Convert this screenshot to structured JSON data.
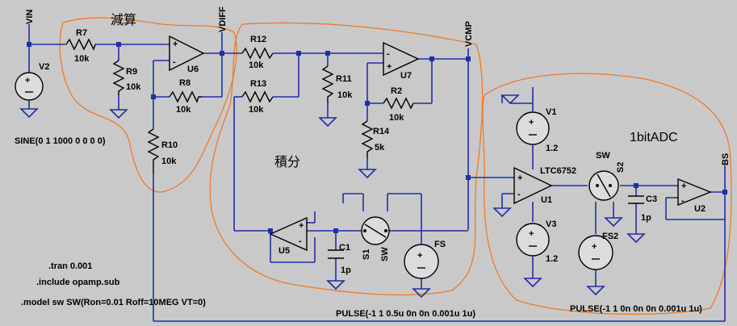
{
  "nets": {
    "vin": "VIN",
    "vdiff": "VDIFF",
    "vcmp": "VCMP",
    "bs": "BS"
  },
  "groups": {
    "subtract": "減算",
    "integrate": "積分",
    "adc": "1bitADC"
  },
  "parts": {
    "r7": {
      "name": "R7",
      "value": "10k"
    },
    "r9": {
      "name": "R9",
      "value": "10k"
    },
    "r8": {
      "name": "R8",
      "value": "10k"
    },
    "r10": {
      "name": "R10",
      "value": "10k"
    },
    "r12": {
      "name": "R12",
      "value": "10k"
    },
    "r13": {
      "name": "R13",
      "value": "10k"
    },
    "r11": {
      "name": "R11",
      "value": "10k"
    },
    "r2": {
      "name": "R2",
      "value": "10k"
    },
    "r14": {
      "name": "R14",
      "value": "5k"
    },
    "c1": {
      "name": "C1",
      "value": "1p"
    },
    "c3": {
      "name": "C3",
      "value": "1p"
    },
    "v1": {
      "name": "V1",
      "value": "1.2"
    },
    "v2": {
      "name": "V2",
      "value": "SINE(0 1 1000 0 0 0 0)"
    },
    "v3": {
      "name": "V3",
      "value": "1.2"
    },
    "u1": {
      "name": "U1",
      "model": "LTC6752"
    },
    "u2": {
      "name": "U2"
    },
    "u5": {
      "name": "U5"
    },
    "u6": {
      "name": "U6"
    },
    "u7": {
      "name": "U7"
    },
    "s1": {
      "name": "S1",
      "model": "SW"
    },
    "s2": {
      "name": "S2",
      "model": "SW"
    },
    "fs": {
      "name": "FS",
      "value": "PULSE(-1 1 0.5u 0n 0n 0.001u 1u)"
    },
    "fs2": {
      "name": "FS2",
      "value": "PULSE(-1 1 0n 0n 0n 0.001u 1u)"
    }
  },
  "directives": [
    ".tran 0.001",
    ".include opamp.sub",
    ".model sw SW(Ron=0.01   Roff=10MEG VT=0)"
  ],
  "pin_marks": {
    "plus": "+",
    "minus": "-"
  }
}
